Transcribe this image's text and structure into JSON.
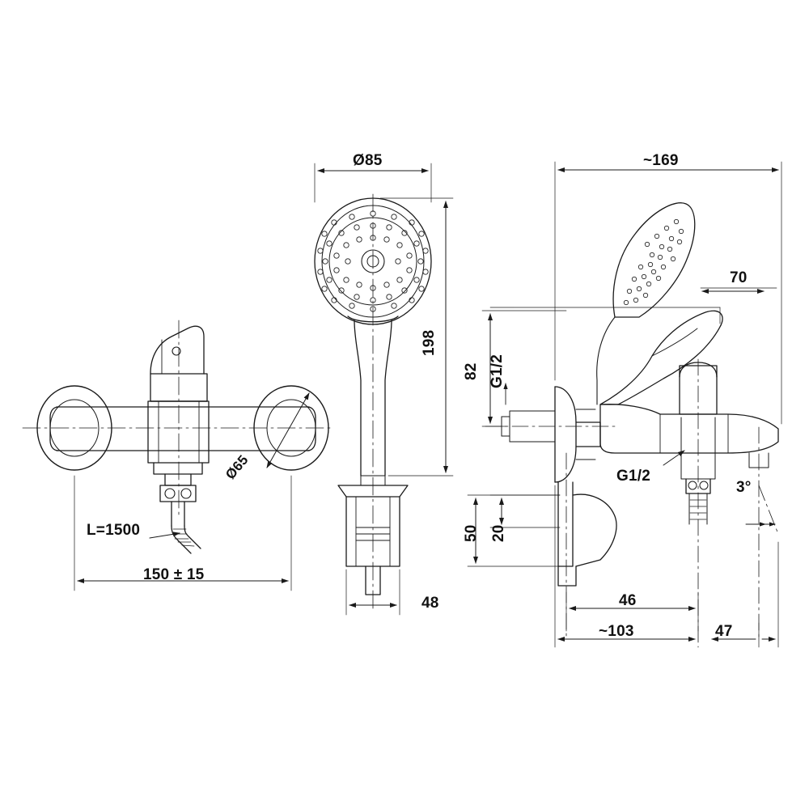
{
  "document": {
    "type": "technical-drawing",
    "subject": "Bath/shower mixer tap with hand shower — dimensioned engineering drawing",
    "background_color": "#ffffff",
    "line_color": "#1a1a1a",
    "views": [
      {
        "name": "front-view-mixer",
        "label": ""
      },
      {
        "name": "hand-shower-view",
        "label": ""
      },
      {
        "name": "side-view-mixer",
        "label": ""
      }
    ]
  },
  "dimensions": {
    "hose_length": "L=1500",
    "spout_spacing": "150 ± 15",
    "flange_diameter": "Ø65",
    "shower_head_diameter": "Ø85",
    "shower_total_height": "198",
    "shower_holder_width": "48",
    "overall_depth": "~169",
    "handle_projection": "70",
    "inlet_height": "82",
    "thread_left": "G1/2",
    "thread_right": "G1/2",
    "body_height": "50",
    "lever_height": "20",
    "outlet_angle": "3°",
    "outlet_offset": "46",
    "body_depth": "~103",
    "spout_depth": "47"
  }
}
